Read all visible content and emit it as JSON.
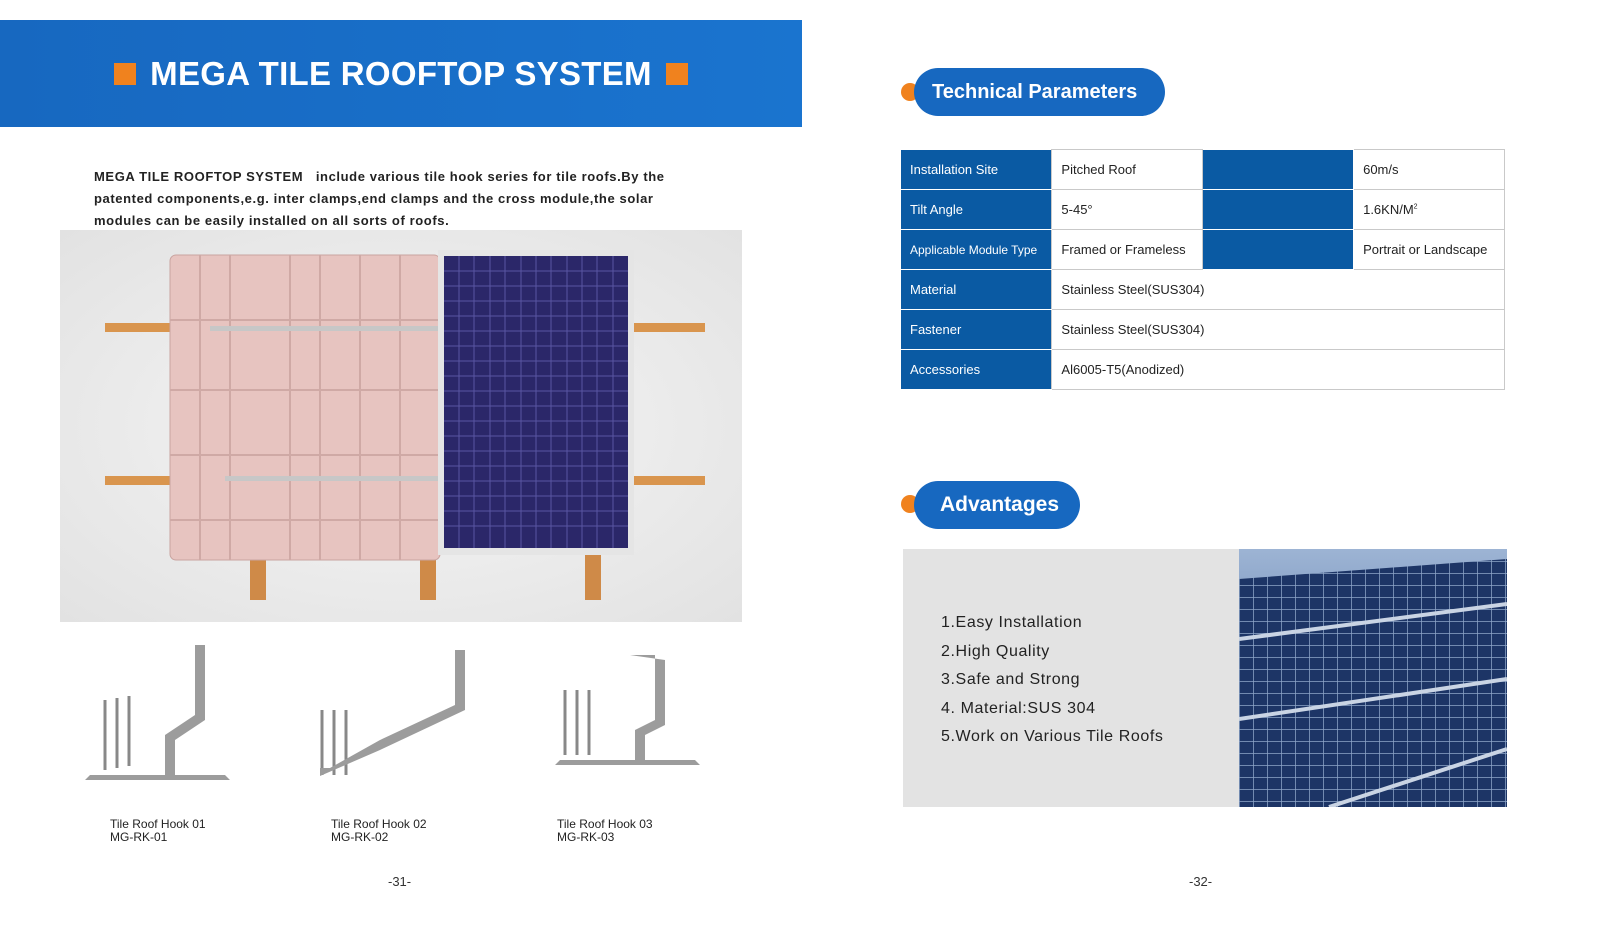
{
  "left_page": {
    "title": "MEGA TILE ROOFTOP SYSTEM",
    "description_bold": "MEGA TILE ROOFTOP SYSTEM",
    "description": "include various tile hook series for tile roofs.By the patented components,e.g. inter clamps,end clamps and the cross module,the solar modules can be easily installed on all sorts of roofs.",
    "hooks": [
      {
        "name": "Tile Roof Hook 01",
        "code": "MG-RK-01"
      },
      {
        "name": "Tile Roof Hook 02",
        "code": "MG-RK-02"
      },
      {
        "name": "Tile Roof Hook 03",
        "code": "MG-RK-03"
      }
    ],
    "page_number": "-31-"
  },
  "right_page": {
    "tech_title": "Technical Parameters",
    "table": {
      "paired_rows": [
        {
          "label": "Installation Site",
          "value": "Pitched Roof",
          "label2": "",
          "value2": "60m/s"
        },
        {
          "label": "Tilt Angle",
          "value": "5-45°",
          "label2": "",
          "value2": "1.6KN/M",
          "value2_sup": "2"
        },
        {
          "label": "Applicable Module Type",
          "value": "Framed or Frameless",
          "label2": "",
          "value2": "Portrait or Landscape"
        }
      ],
      "rows": [
        {
          "label": "Material",
          "value": "Stainless Steel(SUS304)"
        },
        {
          "label": "Fastener",
          "value": "Stainless Steel(SUS304)"
        },
        {
          "label": "Accessories",
          "value": "Al6005-T5(Anodized)"
        }
      ]
    },
    "adv_title": "Advantages",
    "advantages": [
      "1.Easy Installation",
      "2.High Quality",
      "3.Safe and Strong",
      "4. Material:SUS 304",
      "5.Work on Various Tile Roofs"
    ],
    "page_number": "-32-"
  },
  "colors": {
    "brand_blue": "#1768c0",
    "table_blue": "#0a5aa3",
    "accent_orange": "#f0821e"
  }
}
